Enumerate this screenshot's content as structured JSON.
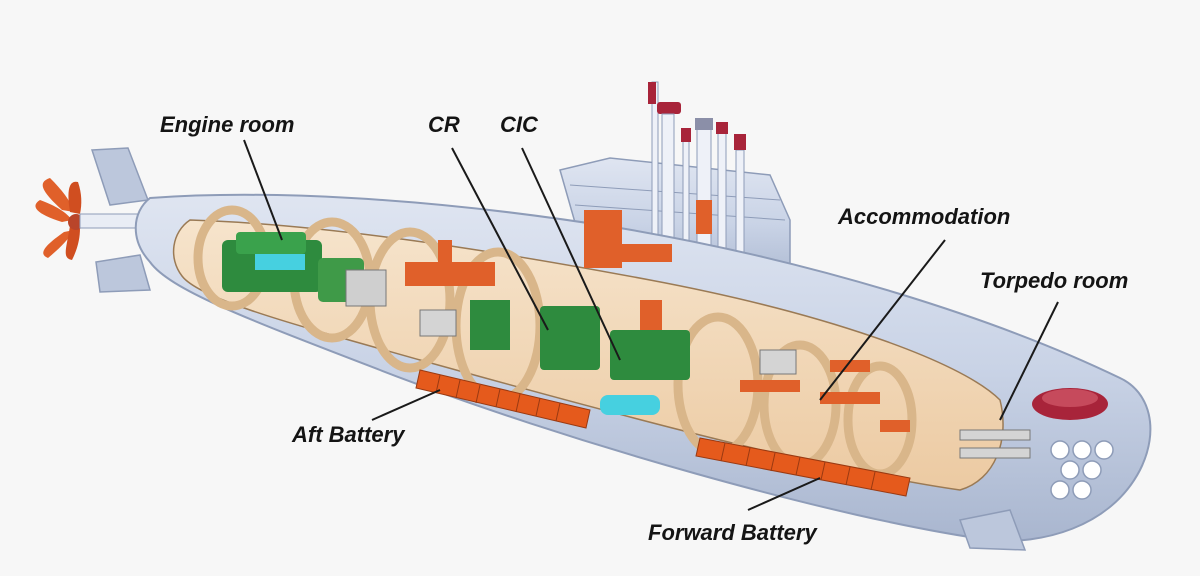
{
  "diagram": {
    "labels": {
      "engine_room": "Engine room",
      "cr": "CR",
      "cic": "CIC",
      "accommodation": "Accommodation",
      "torpedo_room": "Torpedo room",
      "aft_battery": "Aft Battery",
      "forward_battery": "Forward Battery"
    },
    "colors": {
      "hull": "#c9d3e6",
      "hull_dark": "#9aa8c4",
      "interior": "#f3dcc0",
      "frames": "#e8c9a2",
      "machinery_green": "#2e8b3e",
      "equipment_orange": "#e0602a",
      "battery": "#e55a1c",
      "accent_red": "#a8243a",
      "cyan": "#46d0e0",
      "background": "#f7f7f7",
      "text": "#141414"
    }
  }
}
